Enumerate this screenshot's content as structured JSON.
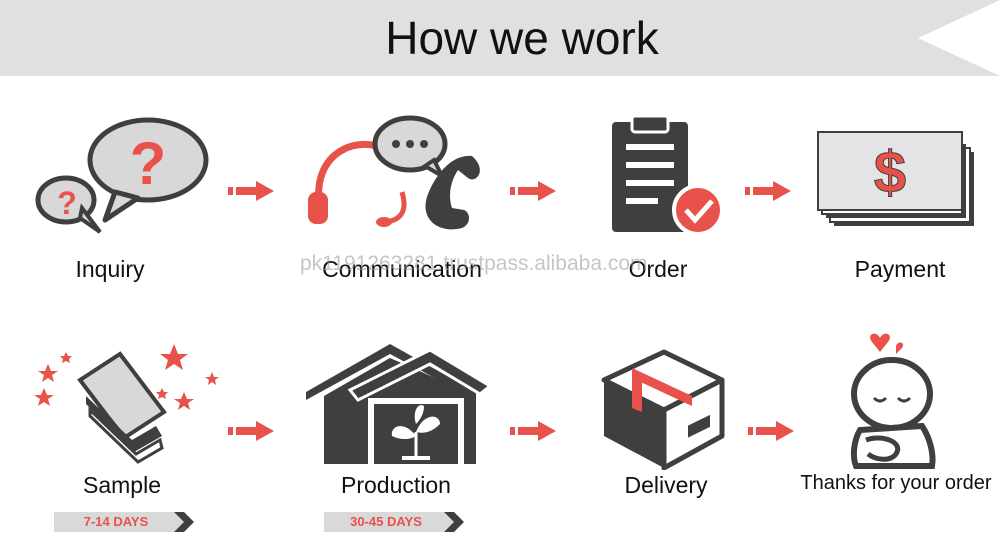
{
  "banner": {
    "title": "How we work"
  },
  "steps": [
    {
      "label": "Inquiry"
    },
    {
      "label": "Communication"
    },
    {
      "label": "Order"
    },
    {
      "label": "Payment"
    },
    {
      "label": "Sample",
      "badge": "7-14 DAYS"
    },
    {
      "label": "Production",
      "badge": "30-45 DAYS"
    },
    {
      "label": "Delivery"
    },
    {
      "label": "Thanks for your order"
    }
  ],
  "watermark": "pk1191263281.trustpass.alibaba.com",
  "colors": {
    "accent": "#e8524a",
    "dark": "#3f3f3f",
    "banner_bg": "#e0e0e0"
  }
}
